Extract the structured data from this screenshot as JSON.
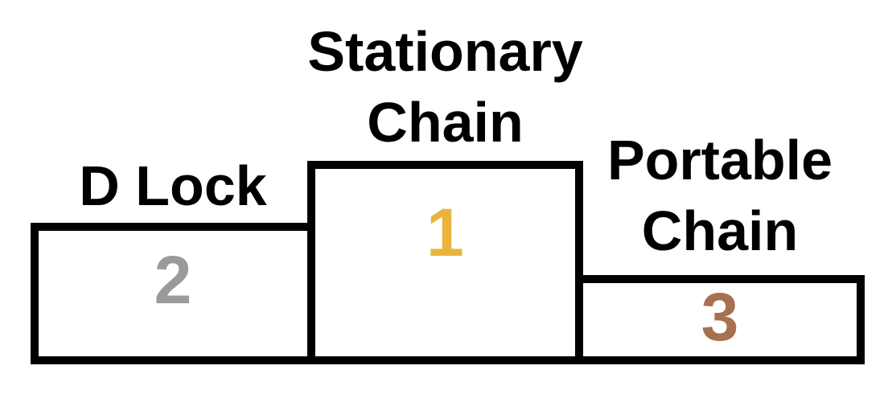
{
  "podium": {
    "first": {
      "rank": "1",
      "label": "Stationary Chain",
      "label_line1": "Stationary",
      "label_line2": "Chain",
      "medal": "gold",
      "rank_color": "#E8B43C",
      "position": "center"
    },
    "second": {
      "rank": "2",
      "label": "D Lock",
      "label_line1": "D Lock",
      "medal": "silver",
      "rank_color": "#9A9A9A",
      "position": "left"
    },
    "third": {
      "rank": "3",
      "label": "Portable Chain",
      "label_line1": "Portable",
      "label_line2": "Chain",
      "medal": "bronze",
      "rank_color": "#A7714F",
      "position": "right"
    }
  },
  "colors": {
    "background": "#FFFFFF",
    "outline": "#000000",
    "label_text": "#000000",
    "gold": "#E8B43C",
    "silver": "#9A9A9A",
    "bronze": "#A7714F"
  },
  "chart_data": {
    "type": "podium-ranking",
    "items": [
      {
        "name": "Stationary Chain",
        "rank": 1,
        "podium_position": "center",
        "medal": "gold"
      },
      {
        "name": "D Lock",
        "rank": 2,
        "podium_position": "left",
        "medal": "silver"
      },
      {
        "name": "Portable Chain",
        "rank": 3,
        "podium_position": "right",
        "medal": "bronze"
      }
    ],
    "order_left_to_right": [
      "D Lock",
      "Stationary Chain",
      "Portable Chain"
    ]
  }
}
